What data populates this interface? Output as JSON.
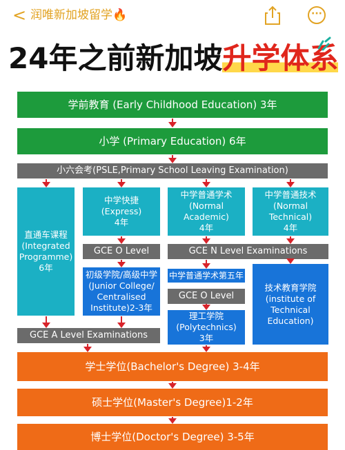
{
  "header": {
    "back_glyph": "<",
    "account_name": "润唯新加坡留学",
    "account_emoji": "🔥",
    "share_icon": "share-icon",
    "more_icon": "more-icon"
  },
  "title": {
    "part1": "24年之前新加坡",
    "part2": "升学体系"
  },
  "colors": {
    "green": "#1d9b3c",
    "gray": "#6b6b6b",
    "teal": "#1bb0c4",
    "blue": "#1874d9",
    "orange": "#ef6b17",
    "arrow": "#d8232a",
    "accent": "#e2a323"
  },
  "flow": {
    "preschool": "学前教育 (Early Childhood Education) 3年",
    "primary": "小学 (Primary Education) 6年",
    "psle": "小六会考(PSLE,Primary School Leaving Examination)",
    "ip": [
      "直通车课程",
      "(Integrated",
      "Programme)",
      "6年"
    ],
    "express": [
      "中学快捷",
      "(Express)",
      "4年"
    ],
    "normal_academic": [
      "中学普通学术",
      "(Normal",
      "Academic)",
      "4年"
    ],
    "normal_technical": [
      "中学普通技术",
      "(Normal",
      "Technical)",
      "4年"
    ],
    "gce_o_1": "GCE O Level",
    "gce_n": "GCE N Level Examinations",
    "jc": [
      "初级学院/高级中学",
      "(Junior College/",
      "Centralised",
      "Institute)2-3年"
    ],
    "fifth_year": "中学普通学术第五年",
    "gce_o_2": "GCE O Level",
    "poly": [
      "理工学院",
      "(Polytechnics)",
      "3年"
    ],
    "ite": [
      "技术教育学院",
      "(institute of",
      "Technical",
      "Education)"
    ],
    "gce_a": "GCE A Level Examinations",
    "bachelor": "学士学位(Bachelor's Degree) 3-4年",
    "master": "硕士学位(Master's Degree)1-2年",
    "doctor": "博士学位(Doctor's Degree) 3-5年"
  }
}
